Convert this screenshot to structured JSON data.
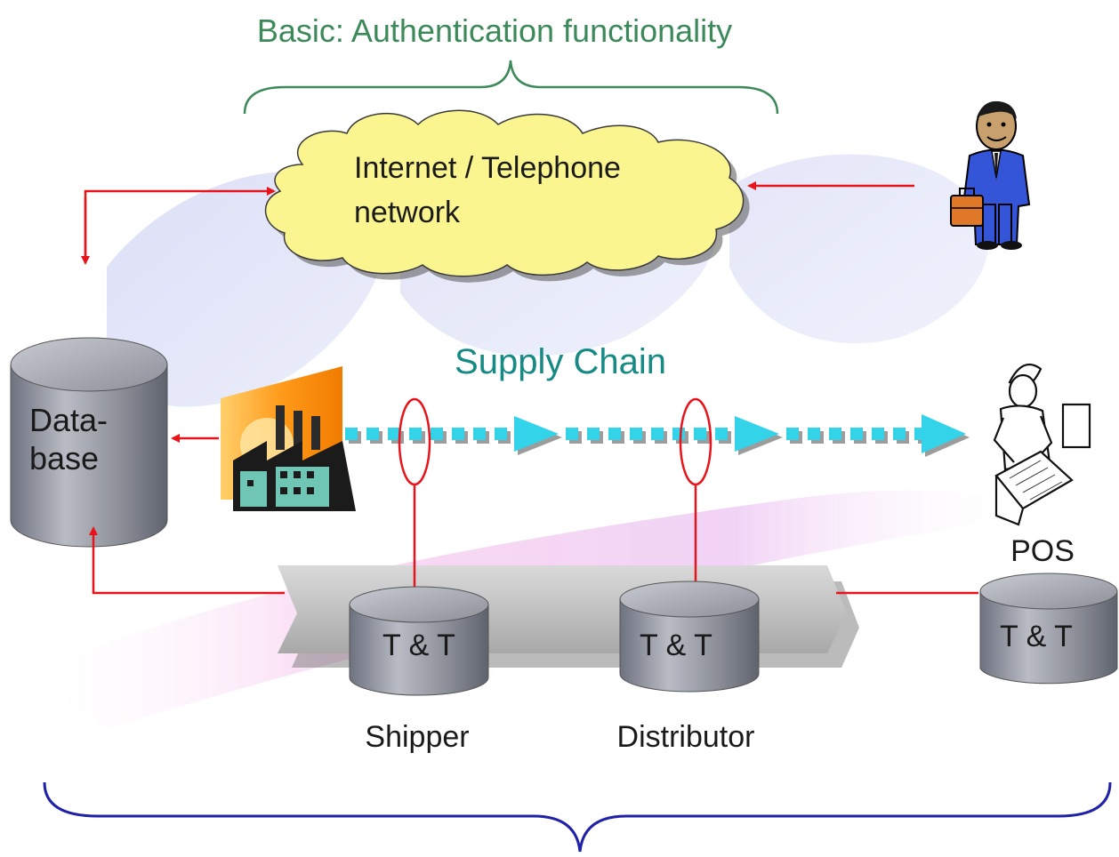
{
  "title": "Basic: Authentication functionality",
  "cloud": {
    "line1": "Internet / Telephone",
    "line2": "network"
  },
  "supply_chain_label": "Supply Chain",
  "database": {
    "line1": "Data-",
    "line2": "base"
  },
  "tt_nodes": [
    {
      "label": "T & T",
      "caption": "Shipper"
    },
    {
      "label": "T & T",
      "caption": "Distributor"
    },
    {
      "label": "T & T",
      "caption": "POS"
    }
  ],
  "colors": {
    "title": "#3c8a5a",
    "supply_chain": "#168a85",
    "arrows": "#e8141b",
    "chain_dots": "#33d3ea",
    "bottom_brace": "#1f22a8",
    "cloud_fill": "#faf58e",
    "cylinder": "#8d9099"
  },
  "icons": [
    "factory-icon",
    "businessman-icon",
    "pos-terminal-icon"
  ]
}
